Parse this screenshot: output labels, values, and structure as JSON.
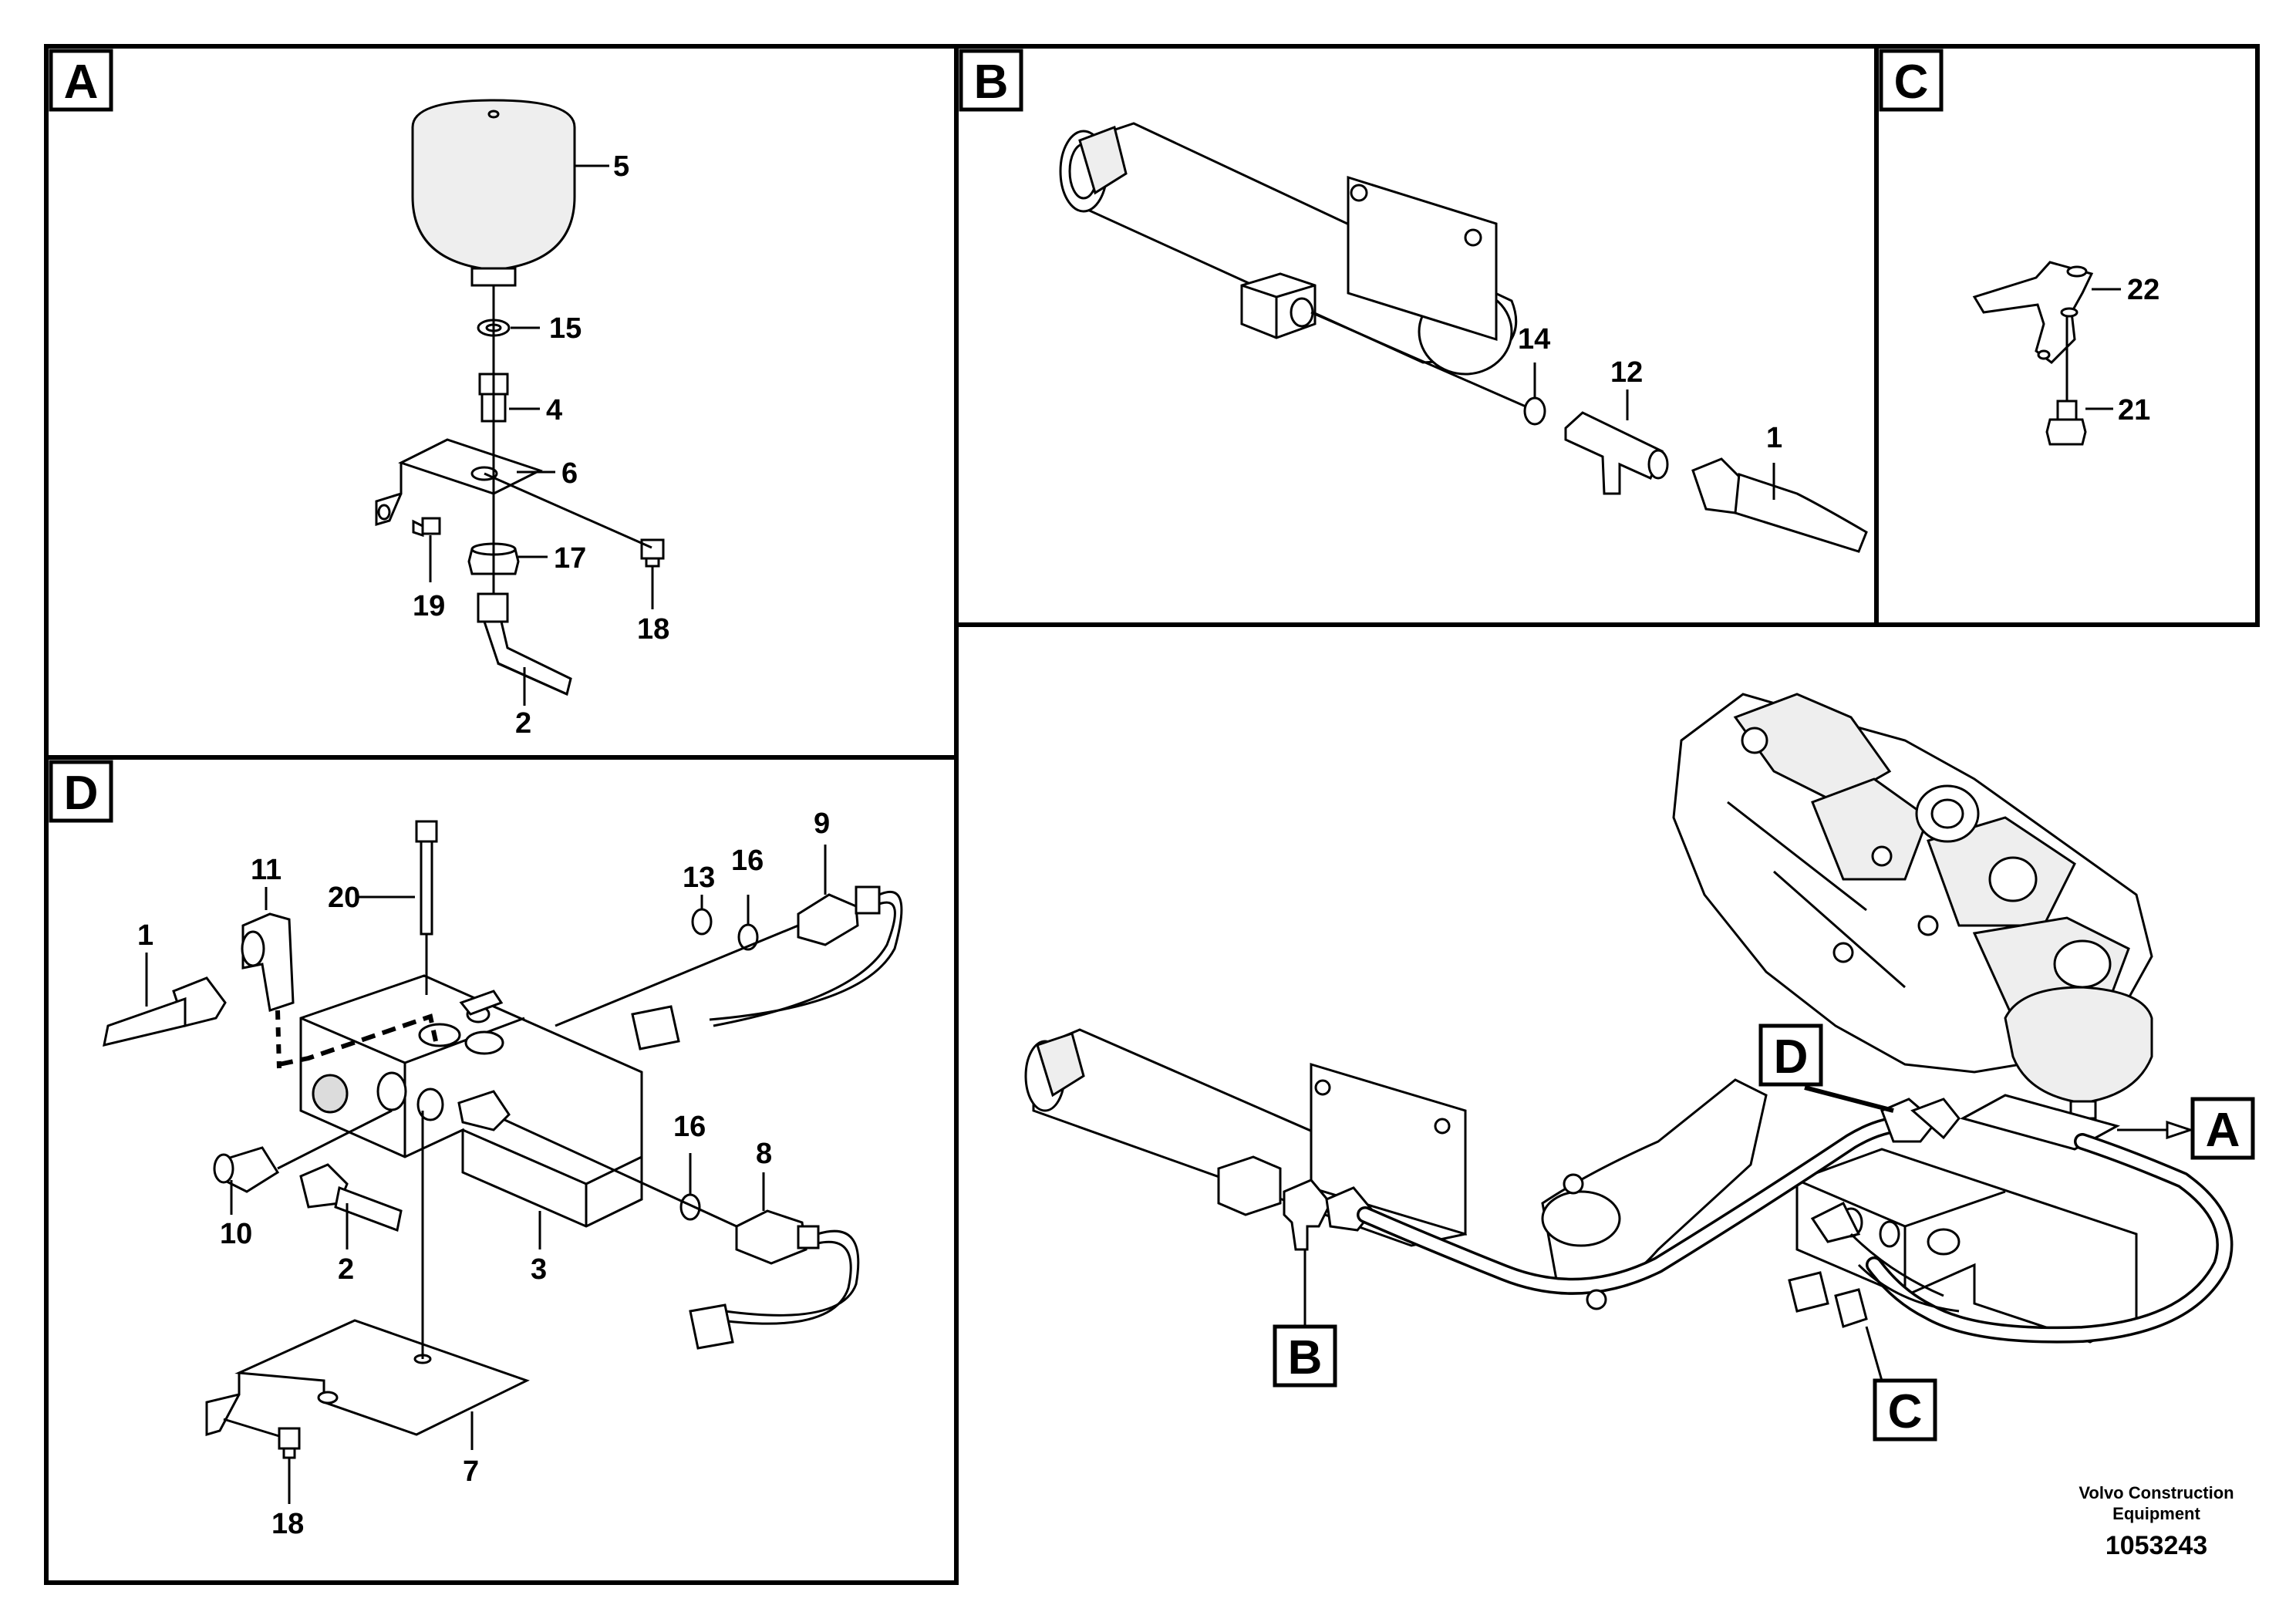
{
  "panels": {
    "A": {
      "letter": "A",
      "callouts": {
        "c5": "5",
        "c15": "15",
        "c4": "4",
        "c6": "6",
        "c17": "17",
        "c18": "18",
        "c19": "19",
        "c2": "2"
      }
    },
    "B": {
      "letter": "B",
      "callouts": {
        "c14": "14",
        "c12": "12",
        "c1": "1"
      }
    },
    "C": {
      "letter": "C",
      "callouts": {
        "c22": "22",
        "c21": "21"
      }
    },
    "D": {
      "letter": "D",
      "callouts": {
        "c1": "1",
        "c11": "11",
        "c20": "20",
        "c13": "13",
        "c16a": "16",
        "c9": "9",
        "c16b": "16",
        "c8": "8",
        "c10": "10",
        "c2": "2",
        "c3": "3",
        "c7": "7",
        "c18": "18"
      }
    },
    "overview": {
      "marker_d": "D",
      "marker_a": "A",
      "marker_b": "B",
      "marker_c": "C"
    }
  },
  "footer": {
    "company_line1": "Volvo Construction",
    "company_line2": "Equipment",
    "drawing_number": "1053243"
  }
}
